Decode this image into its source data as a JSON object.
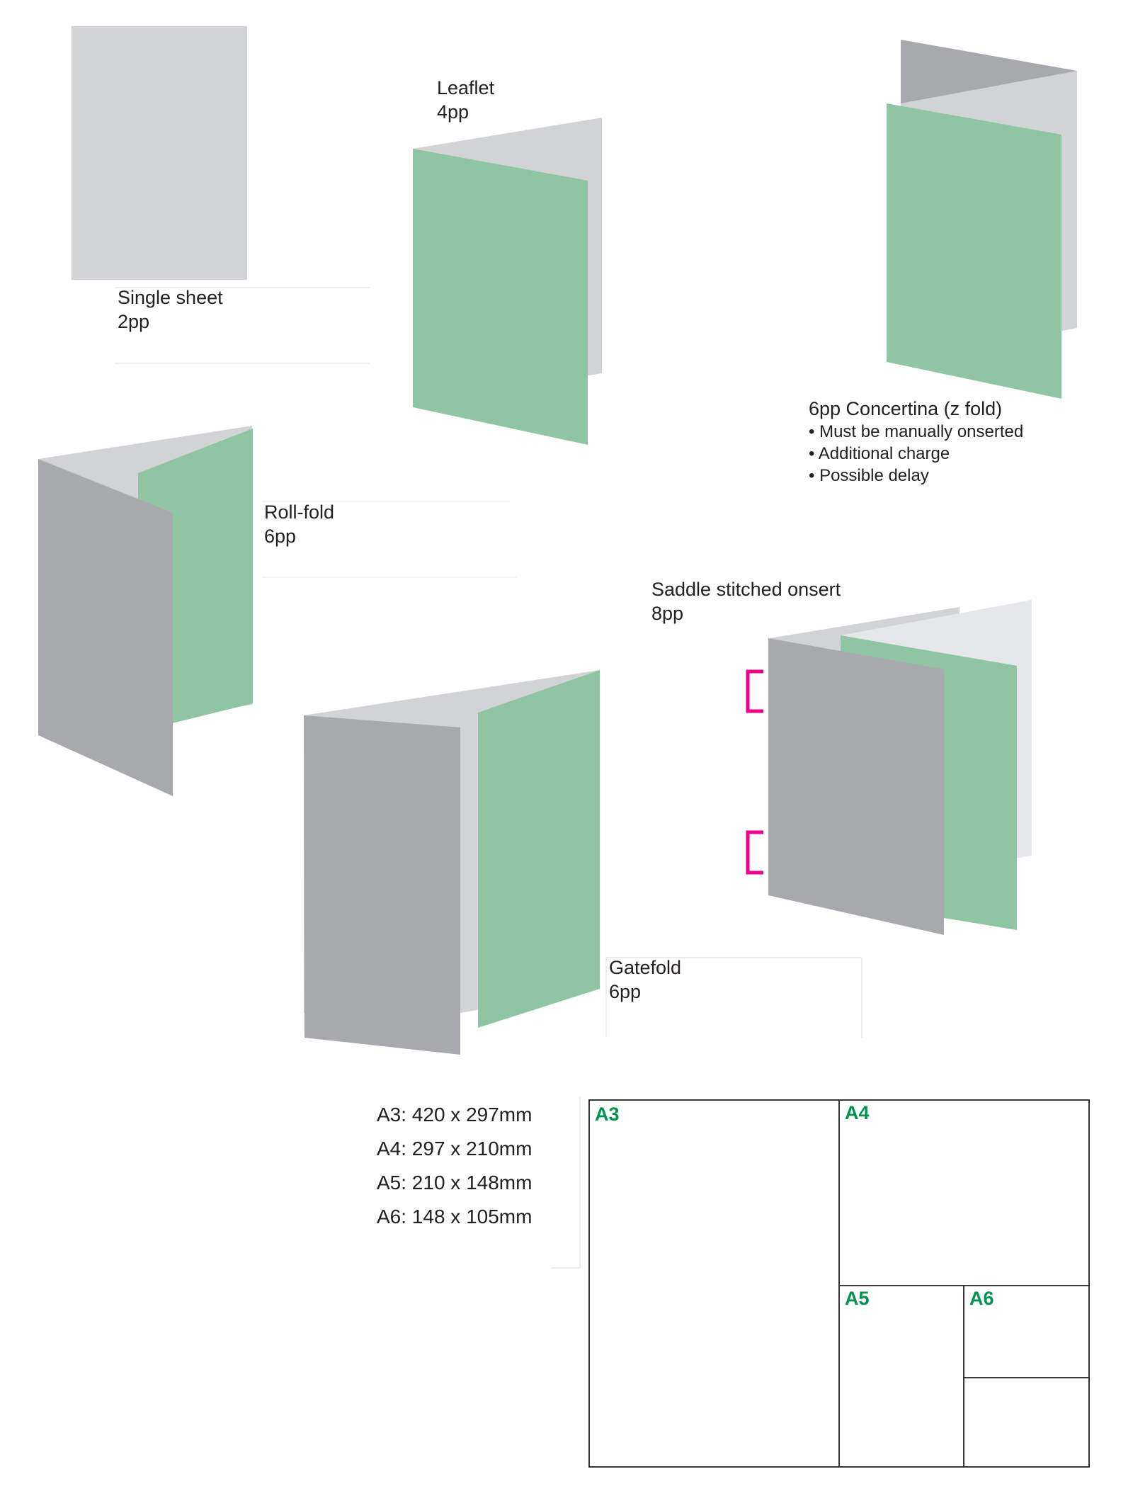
{
  "formats": {
    "single_sheet": {
      "name": "Single sheet",
      "pages": "2pp"
    },
    "leaflet": {
      "name": "Leaflet",
      "pages": "4pp"
    },
    "concertina": {
      "name": "6pp Concertina (z fold)",
      "notes": [
        "• Must be manually onserted",
        "• Additional charge",
        "• Possible delay"
      ]
    },
    "roll_fold": {
      "name": "Roll-fold",
      "pages": "6pp"
    },
    "saddle_stitched": {
      "name": "Saddle stitched onsert",
      "pages": "8pp"
    },
    "gatefold": {
      "name": "Gatefold",
      "pages": "6pp"
    }
  },
  "paper_sizes": [
    "A3: 420 x 297mm",
    "A4: 297 x 210mm",
    "A5: 210 x 148mm",
    "A6: 148 x 105mm"
  ],
  "paper_diagram": {
    "labels": [
      "A3",
      "A4",
      "A5",
      "A6"
    ]
  },
  "colors": {
    "light_grey": "#d1d3d4",
    "mid_grey": "#a7a9ac",
    "green": "#8fc5a3",
    "staple_pink": "#ec008c",
    "label_green": "#00944f"
  }
}
